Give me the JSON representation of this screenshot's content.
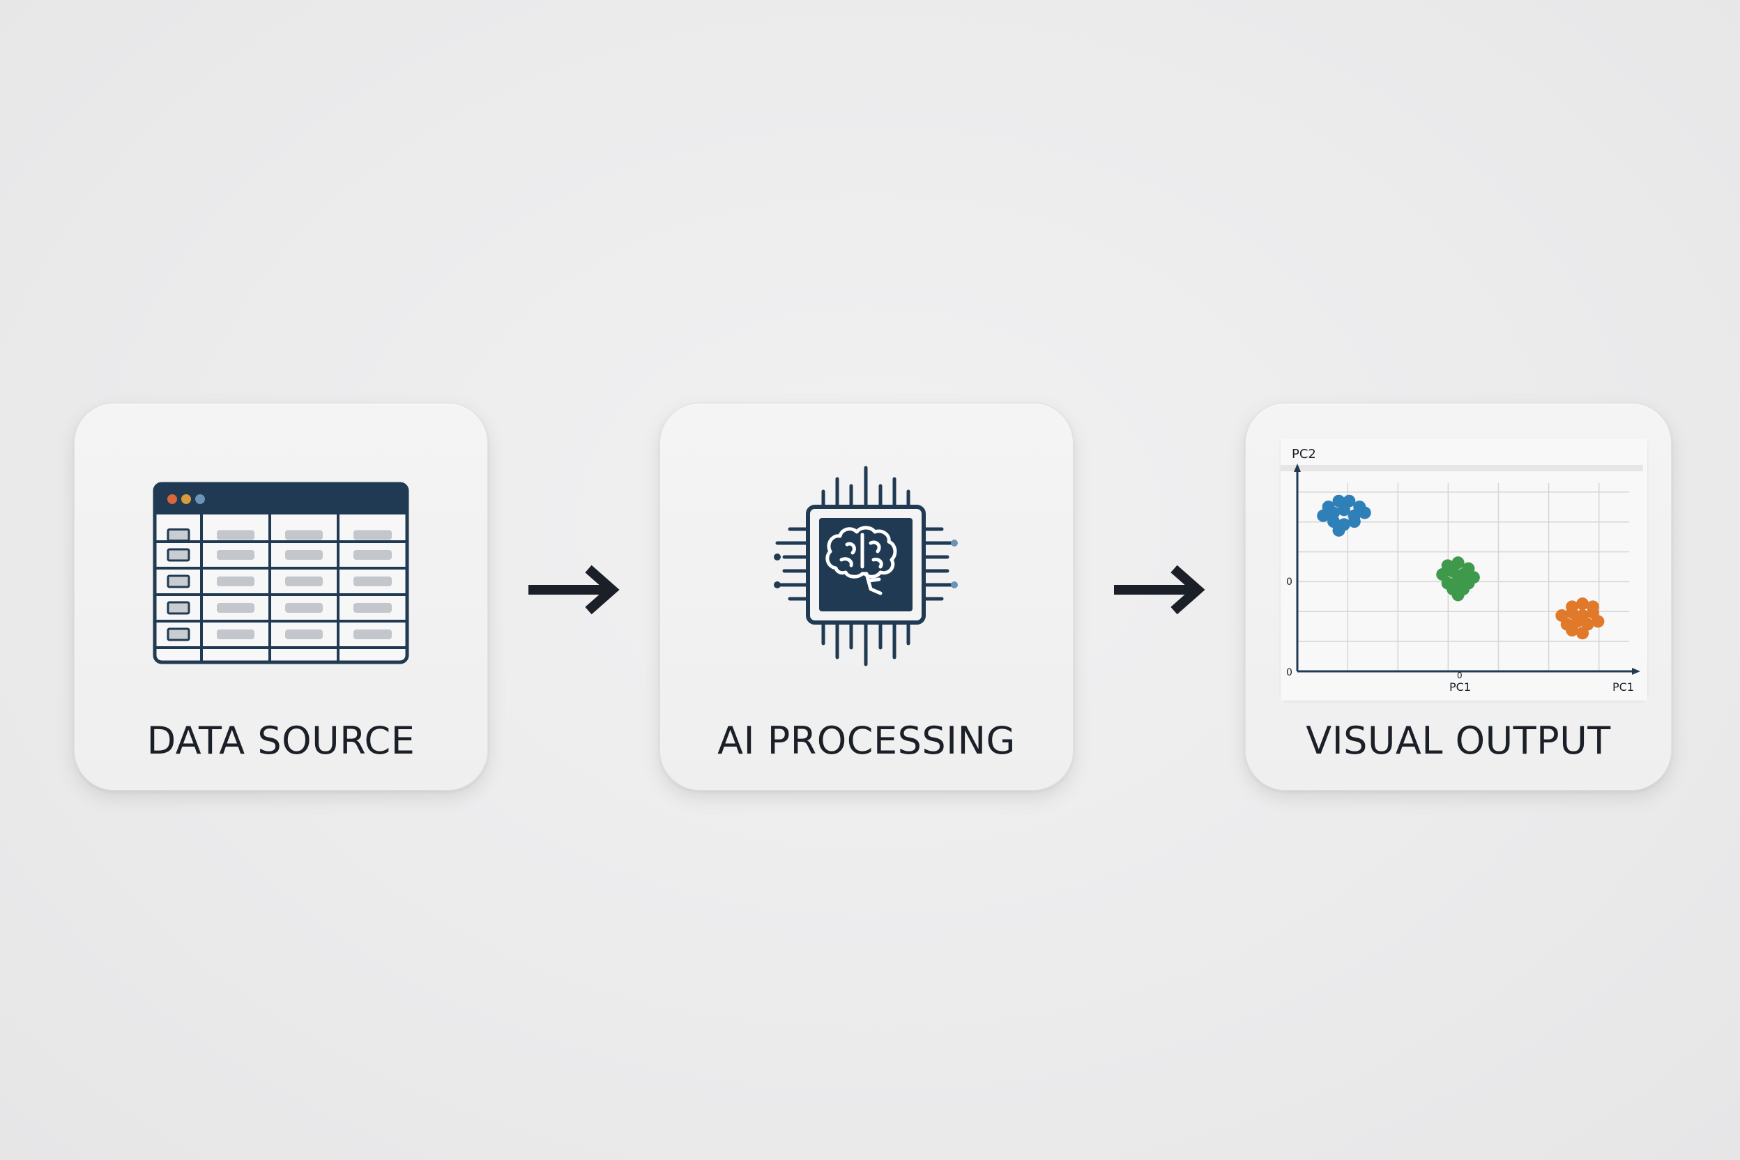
{
  "steps": [
    {
      "label": "DATA SOURCE",
      "icon": "table-icon"
    },
    {
      "label": "AI PROCESSING",
      "icon": "brain-chip-icon"
    },
    {
      "label": "VISUAL OUTPUT",
      "icon": "scatter-chart-icon"
    }
  ],
  "arrows": [
    "arrow-right-icon",
    "arrow-right-icon"
  ],
  "colors": {
    "navy": "#1f3a52",
    "dark": "#1b1f27",
    "dot_red": "#d9673b",
    "dot_orange": "#d99a3b",
    "dot_blue": "#6a94b8",
    "cluster_blue": "#2f7fb8",
    "cluster_green": "#3e9a4a",
    "cluster_orange": "#e07a2a"
  },
  "chart_data": {
    "type": "scatter",
    "ylabel": "PC2",
    "xlabel": "PC1",
    "x_axis_labels": [
      "PC1",
      "PC1"
    ],
    "y_tick_labels": [
      "0",
      "0"
    ],
    "x_tick_labels": [
      "0"
    ],
    "grid": true,
    "series": [
      {
        "color": "#2f7fb8",
        "points": [
          [
            -2.4,
            1.6
          ],
          [
            -2.2,
            1.7
          ],
          [
            -2.0,
            1.7
          ],
          [
            -1.8,
            1.6
          ],
          [
            -2.5,
            1.45
          ],
          [
            -2.3,
            1.5
          ],
          [
            -2.1,
            1.55
          ],
          [
            -1.9,
            1.45
          ],
          [
            -1.7,
            1.5
          ],
          [
            -2.3,
            1.35
          ],
          [
            -2.1,
            1.3
          ],
          [
            -1.9,
            1.35
          ],
          [
            -2.2,
            1.2
          ]
        ]
      },
      {
        "color": "#3e9a4a",
        "points": [
          [
            -0.1,
            0.6
          ],
          [
            0.1,
            0.65
          ],
          [
            0.3,
            0.55
          ],
          [
            -0.2,
            0.45
          ],
          [
            0.0,
            0.5
          ],
          [
            0.2,
            0.45
          ],
          [
            0.4,
            0.4
          ],
          [
            -0.1,
            0.3
          ],
          [
            0.1,
            0.35
          ],
          [
            0.3,
            0.3
          ],
          [
            0.0,
            0.2
          ],
          [
            0.2,
            0.2
          ],
          [
            0.1,
            0.1
          ]
        ]
      },
      {
        "color": "#e07a2a",
        "points": [
          [
            2.3,
            -0.1
          ],
          [
            2.5,
            -0.05
          ],
          [
            2.7,
            -0.1
          ],
          [
            2.1,
            -0.25
          ],
          [
            2.3,
            -0.2
          ],
          [
            2.5,
            -0.25
          ],
          [
            2.7,
            -0.2
          ],
          [
            2.2,
            -0.4
          ],
          [
            2.4,
            -0.35
          ],
          [
            2.6,
            -0.4
          ],
          [
            2.8,
            -0.35
          ],
          [
            2.3,
            -0.5
          ],
          [
            2.5,
            -0.55
          ]
        ]
      }
    ]
  }
}
